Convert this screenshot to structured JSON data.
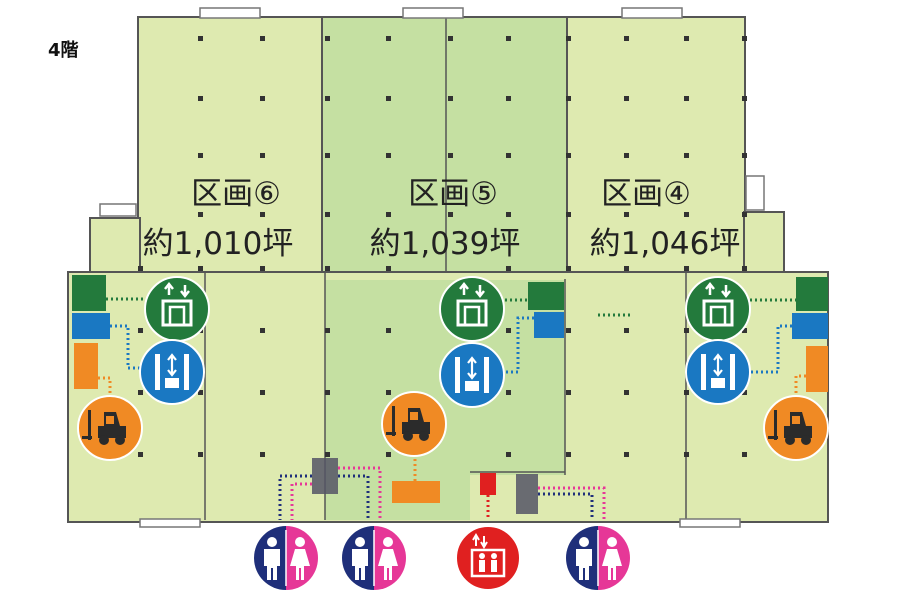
{
  "floor_label": "4階",
  "zones": [
    {
      "name": "区画⑥",
      "area": "約1,010坪"
    },
    {
      "name": "区画⑤",
      "area": "約1,039坪"
    },
    {
      "name": "区画④",
      "area": "約1,046坪"
    }
  ],
  "colors": {
    "zone_light": "#deeab0",
    "zone_mid": "#c5e0a2",
    "wall": "#555555",
    "green_icon": "#237a3c",
    "blue_icon": "#1a78c2",
    "orange_icon": "#f08a24",
    "magenta": "#e63797",
    "navy": "#1f2f7a",
    "red": "#e02020"
  },
  "legend_icons": [
    "freight-elevator-icon",
    "vertical-conveyor-icon",
    "forklift-icon",
    "restroom-icon",
    "passenger-elevator-icon"
  ]
}
